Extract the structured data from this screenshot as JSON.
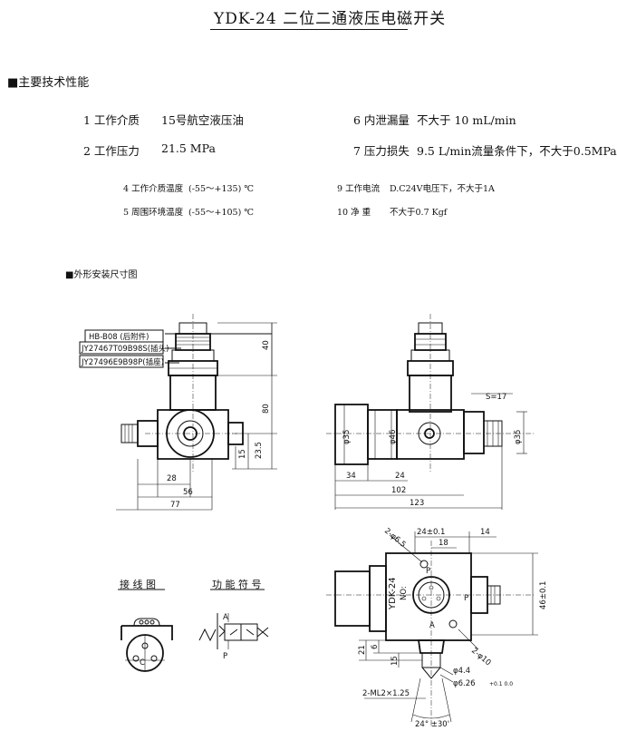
{
  "title": "YDK-24 二位二通液压电磁开关",
  "section_specs": "■主要技术性能",
  "specs_main": [
    {
      "label": "1 工作介质",
      "value": "15号航空液压油"
    },
    {
      "label": "2 工作压力",
      "value": "21.5 MPa"
    },
    {
      "label": "6 内泄漏量",
      "value": "不大于 10 mL/min"
    },
    {
      "label": "7 压力损失",
      "value": "9.5 L/min流量条件下，不大于0.5MPa"
    }
  ],
  "specs_minor": [
    {
      "label": "4 工作介质温度",
      "value": "(-55～+135) ℃"
    },
    {
      "label": "5 周围环境温度",
      "value": "(-55～+105) ℃"
    },
    {
      "label": "9 工作电流",
      "value": "D.C24V电压下，不大于1A"
    },
    {
      "label": "10 净   重",
      "value": "不大于0.7 Kgf"
    }
  ],
  "section_drawing": "■外形安装尺寸图",
  "callouts": [
    "HB-B08 (后附件)",
    "JY27467T09B98S(插头)",
    "JY27496E9B98P(插座)"
  ],
  "front_dims": {
    "d40": "40",
    "d80": "80",
    "d15": "15",
    "d23_5": "23.5",
    "d28": "28",
    "d56": "56",
    "d77": "77"
  },
  "side_dims": {
    "s17": "S=17",
    "phi35a": "φ35",
    "phi46": "φ46",
    "phi35b": "φ35",
    "d34": "34",
    "d24": "24",
    "d102": "102",
    "d123": "123"
  },
  "top_dims": {
    "d24": "24±0.1",
    "d14": "14",
    "d18": "18",
    "d46": "46±0.1",
    "hole1": "2-φ6.5",
    "hole2": "2-φ10",
    "phi44": "φ4.4",
    "phi626": "φ6.26",
    "tol": "+0.1 0.0",
    "d21": "21",
    "d6": "6",
    "d15": "15",
    "thread": "2-ML2×1.25",
    "angle": "24° ±30'"
  },
  "top_labels": {
    "model": "YDK-24",
    "no": "NO:",
    "port_a": "A",
    "port_p": "P",
    "port_p2": "P"
  },
  "wiring_title": "接 线 图",
  "symbol_title": "功 能 符 号",
  "symbol_labels": {
    "a": "A",
    "p": "P"
  }
}
